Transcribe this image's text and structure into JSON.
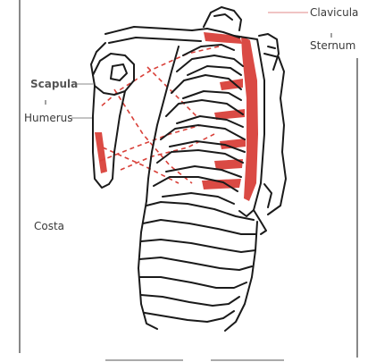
{
  "labels": {
    "clavicula": "Clavicula",
    "sternum": "Sternum",
    "scapula": "Scapula",
    "humerus": "Humerus",
    "costa": "Costa"
  },
  "colors": {
    "ink": "#1a1a1a",
    "highlight": "#d9413a",
    "leader": "#e08a8a",
    "frame": "#555555"
  }
}
